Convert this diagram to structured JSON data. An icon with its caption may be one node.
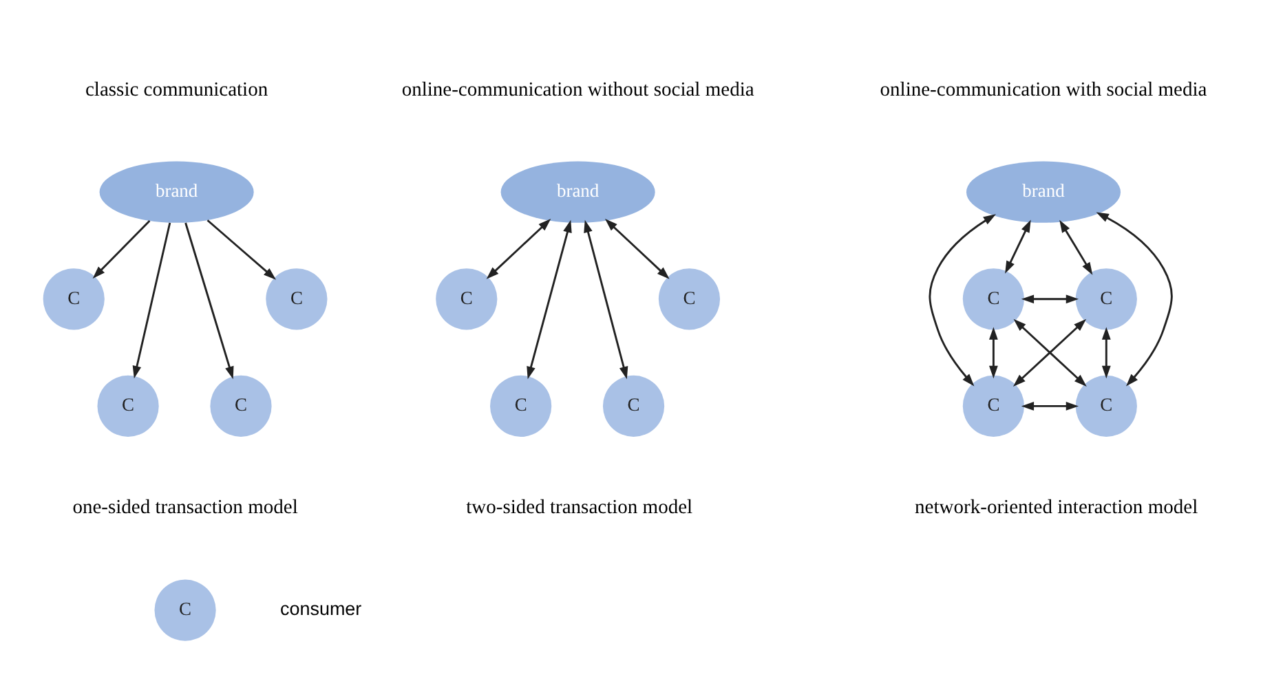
{
  "diagram": {
    "nodes": [
      {
        "text": [
          "brand"
        ]
      },
      {
        "text": [
          "C"
        ]
      },
      {
        "text": [
          "C"
        ]
      },
      {
        "text": [
          "C"
        ]
      },
      {
        "text": [
          "C"
        ]
      },
      {
        "text": [
          "brand"
        ]
      },
      {
        "text": [
          "C"
        ]
      },
      {
        "text": [
          "C"
        ]
      },
      {
        "text": [
          "C"
        ]
      },
      {
        "text": [
          "C"
        ]
      },
      {
        "text": [
          "brand"
        ]
      },
      {
        "text": [
          "C"
        ]
      },
      {
        "text": [
          "C"
        ]
      },
      {
        "text": [
          "C"
        ]
      },
      {
        "text": [
          "C"
        ]
      },
      {
        "text": [
          "C"
        ],
        "beside": [
          "consumer"
        ]
      }
    ],
    "edges": [
      {
        "from": 0,
        "to": 1,
        "arrow": "to"
      },
      {
        "from": 0,
        "to": 2,
        "arrow": "to"
      },
      {
        "from": 0,
        "to": 3,
        "arrow": "to"
      },
      {
        "from": 0,
        "to": 4,
        "arrow": "to"
      },
      {
        "from": 5,
        "to": 6,
        "arrow": "both"
      },
      {
        "from": 5,
        "to": 7,
        "arrow": "both"
      },
      {
        "from": 5,
        "to": 8,
        "arrow": "both"
      },
      {
        "from": 5,
        "to": 9,
        "arrow": "both"
      },
      {
        "from": 10,
        "to": 11,
        "arrow": "both"
      },
      {
        "from": 10,
        "to": 13,
        "arrow": "both"
      },
      {
        "from": 10,
        "to": 14,
        "arrow": "both"
      },
      {
        "from": 10,
        "to": 12,
        "arrow": "both"
      },
      {
        "from": 11,
        "to": 12,
        "arrow": "both"
      },
      {
        "from": 11,
        "to": 13,
        "arrow": "both"
      },
      {
        "from": 11,
        "to": 14,
        "arrow": "both"
      },
      {
        "from": 12,
        "to": 13,
        "arrow": "both"
      },
      {
        "from": 12,
        "to": 14,
        "arrow": "both"
      },
      {
        "from": 13,
        "to": 14,
        "arrow": "both"
      }
    ],
    "labels": [
      "classic communication",
      "online-communication without social media",
      "online-communication with social media",
      "one-sided transaction model",
      "two-sided transaction model",
      "network-oriented interaction model"
    ]
  }
}
